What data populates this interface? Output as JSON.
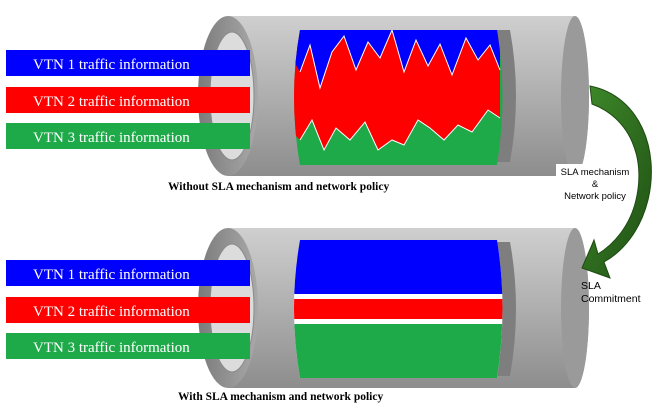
{
  "top_diagram": {
    "streams": [
      {
        "label": "VTN 1 traffic information",
        "color": "#0000ff"
      },
      {
        "label": "VTN 2 traffic information",
        "color": "#ff0000"
      },
      {
        "label": "VTN 3 traffic information",
        "color": "#1faa4a"
      }
    ],
    "caption": "Without SLA mechanism and network policy"
  },
  "bottom_diagram": {
    "streams": [
      {
        "label": "VTN 1 traffic information",
        "color": "#0000ff"
      },
      {
        "label": "VTN 2 traffic information",
        "color": "#ff0000"
      },
      {
        "label": "VTN 3 traffic information",
        "color": "#1faa4a"
      }
    ],
    "caption": "With SLA mechanism and network policy"
  },
  "arrow_label": {
    "line1": "SLA mechanism",
    "line2": "&",
    "line3": "Network policy"
  },
  "commitment_label": {
    "line1": "SLA",
    "line2": "Commitment"
  },
  "colors": {
    "pipe_gray": "#a8a8a8",
    "pipe_dark": "#7f7f7f",
    "arrow_green": "#2e6b1f"
  }
}
